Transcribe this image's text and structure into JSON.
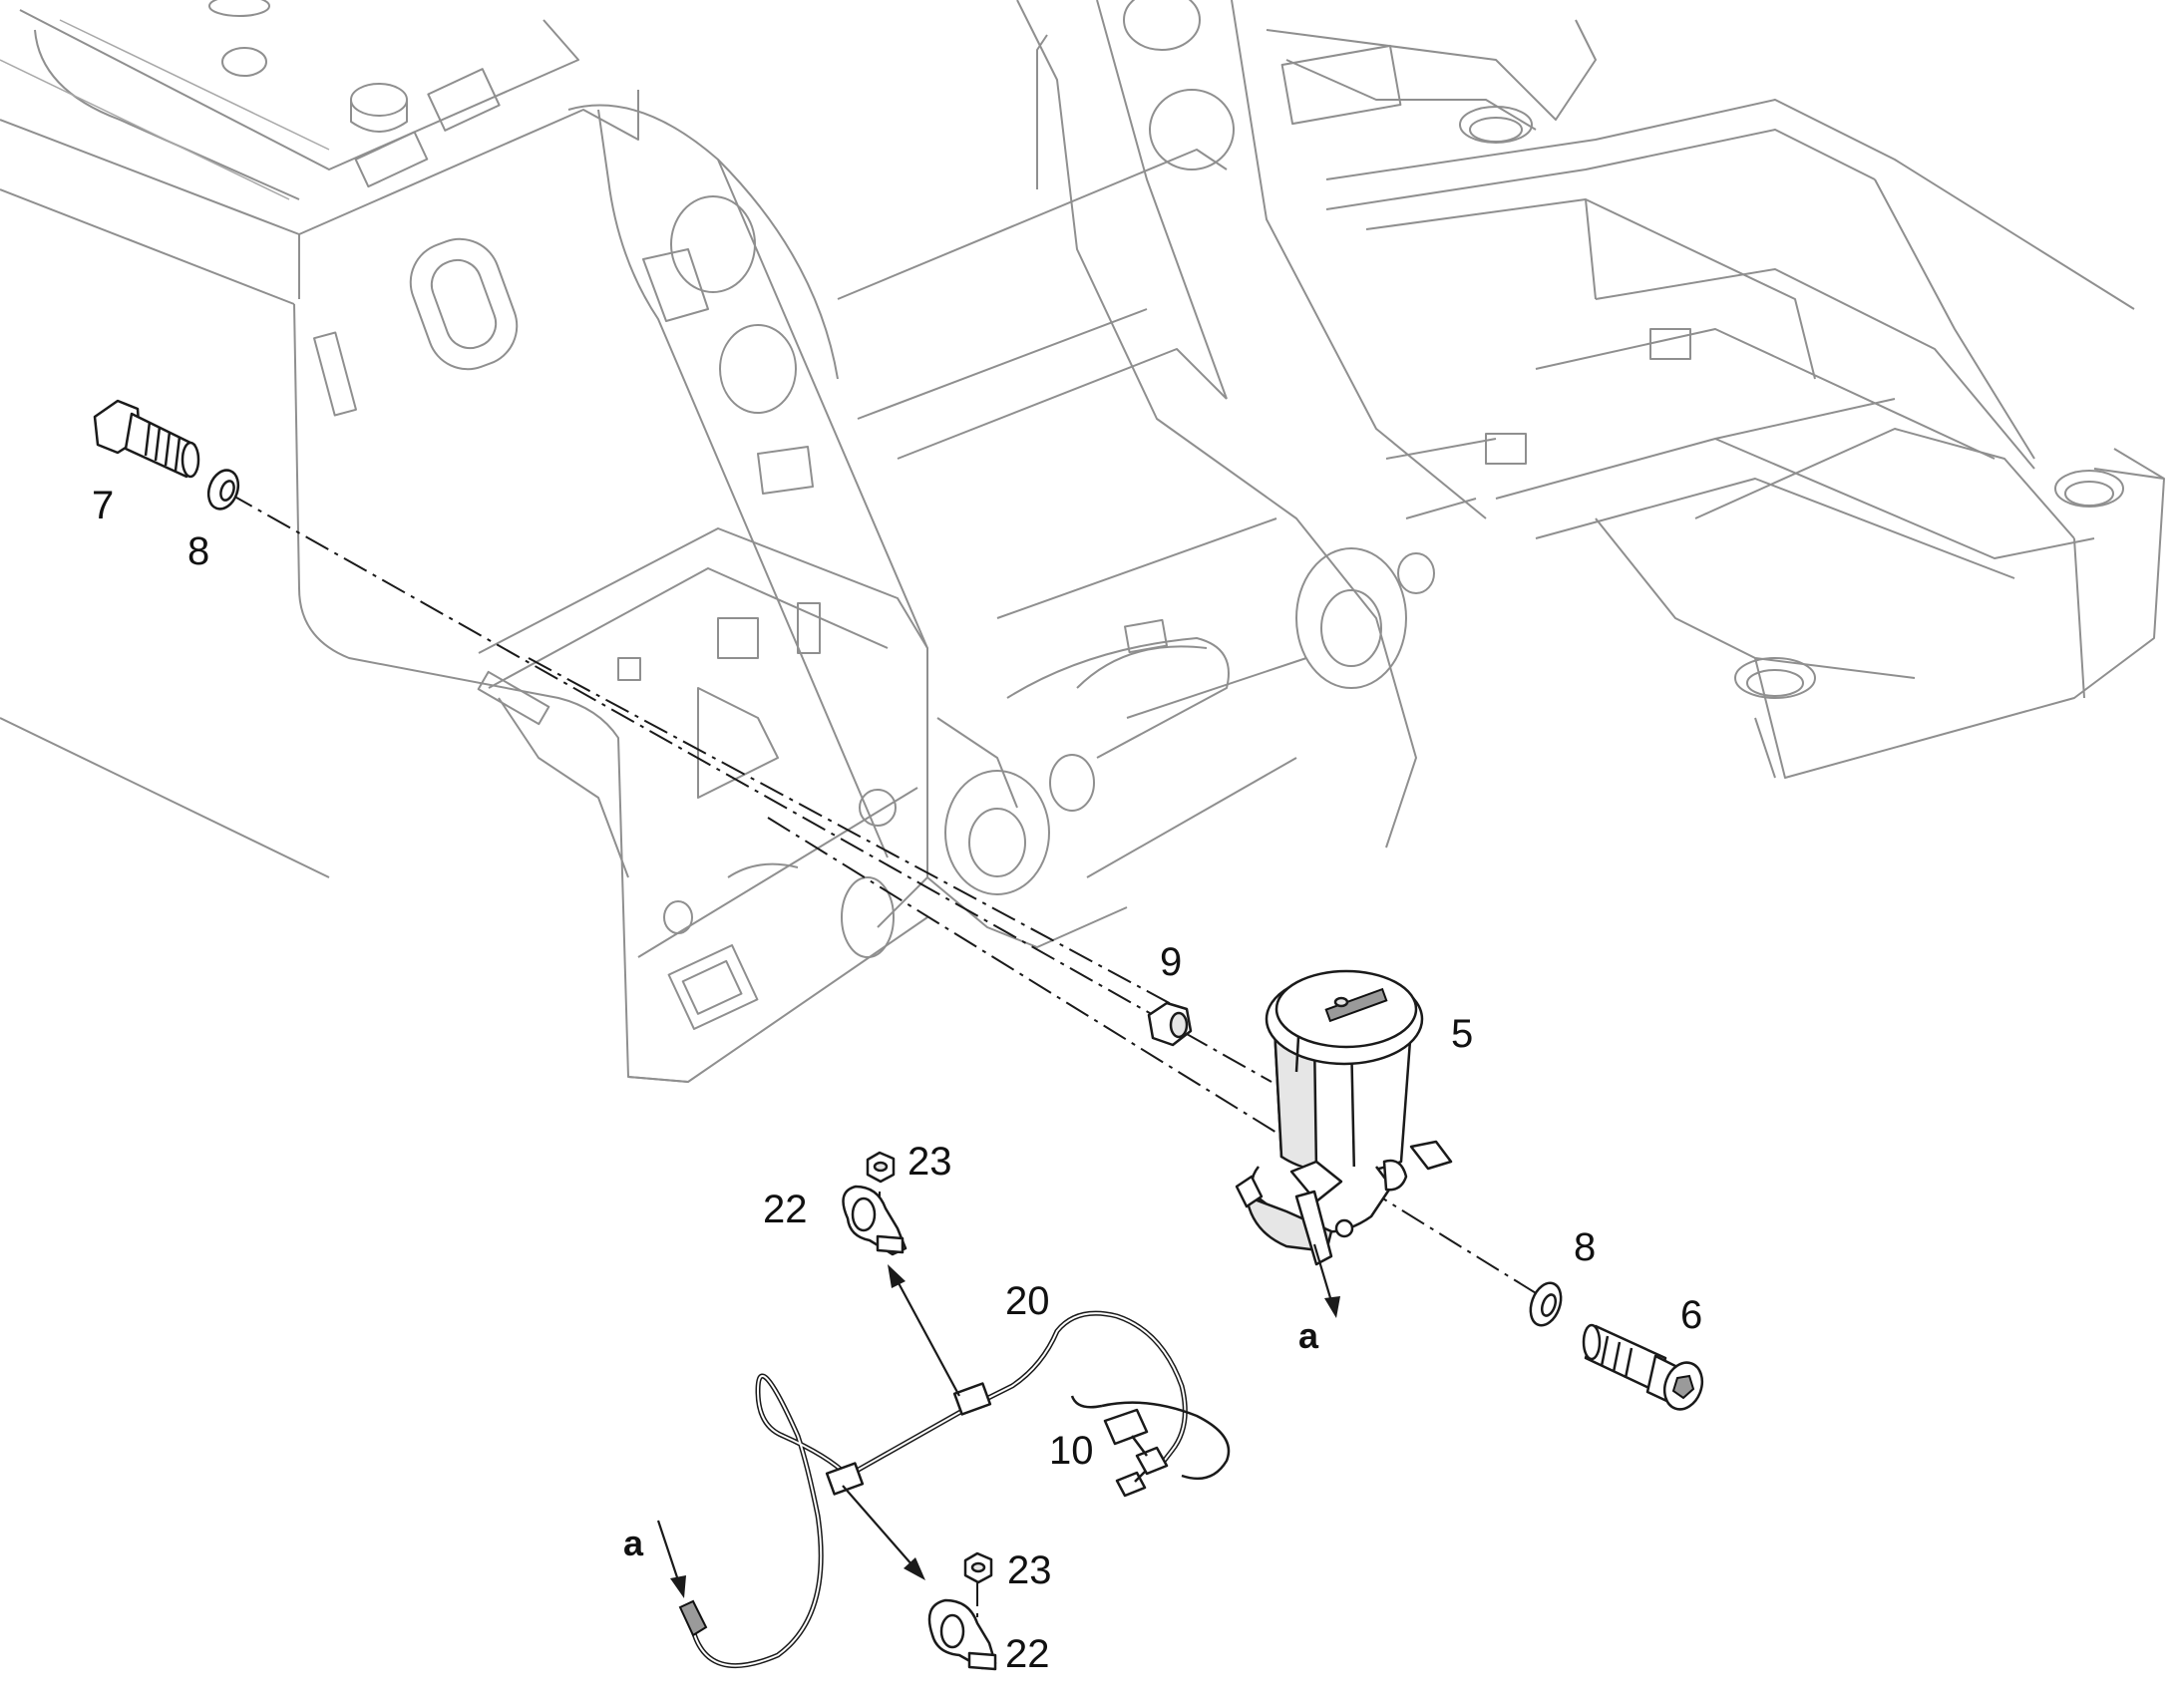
{
  "diagram": {
    "callouts": {
      "c7": "7",
      "c8_top": "8",
      "c9": "9",
      "c5": "5",
      "c8_right": "8",
      "c6": "6",
      "c23_top": "23",
      "c22_top": "22",
      "c20": "20",
      "c10": "10",
      "c23_bottom": "23",
      "c22_bottom": "22",
      "a_upper": "a",
      "a_lower": "a"
    }
  }
}
